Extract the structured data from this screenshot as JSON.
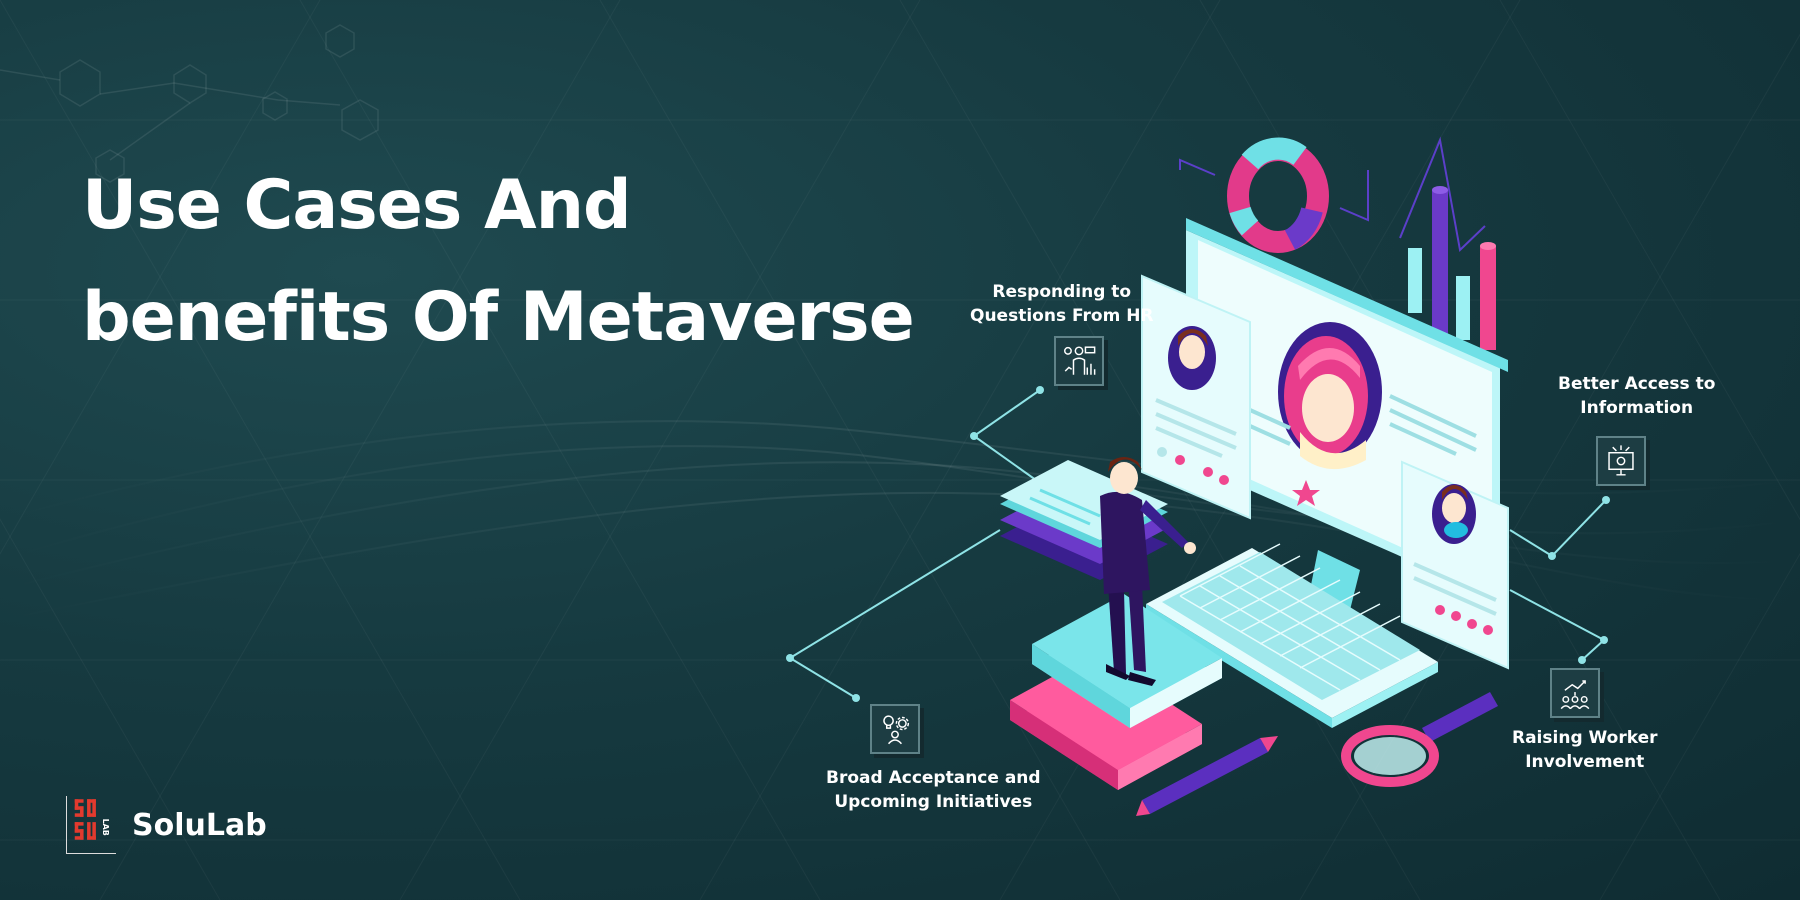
{
  "title": {
    "line1": "Use Cases And",
    "line2": "benefits Of Metaverse"
  },
  "brand": {
    "name": "SoluLab",
    "logo_letters": "LAB"
  },
  "features": [
    {
      "line1": "Responding to",
      "line2": "Questions From HR",
      "icon": "hr-questions-icon"
    },
    {
      "line1": "Better Access to",
      "line2": "Information",
      "icon": "information-access-icon"
    },
    {
      "line1": "Raising Worker",
      "line2": "Involvement",
      "icon": "worker-involvement-icon"
    },
    {
      "line1": "Broad Acceptance and",
      "line2": "Upcoming Initiatives",
      "icon": "initiatives-icon"
    }
  ],
  "colors": {
    "background": "#163a40",
    "accent_cyan": "#6fe0e6",
    "accent_pink": "#f0478f",
    "accent_purple": "#5b2fbf",
    "brand_red": "#e23a2e"
  }
}
